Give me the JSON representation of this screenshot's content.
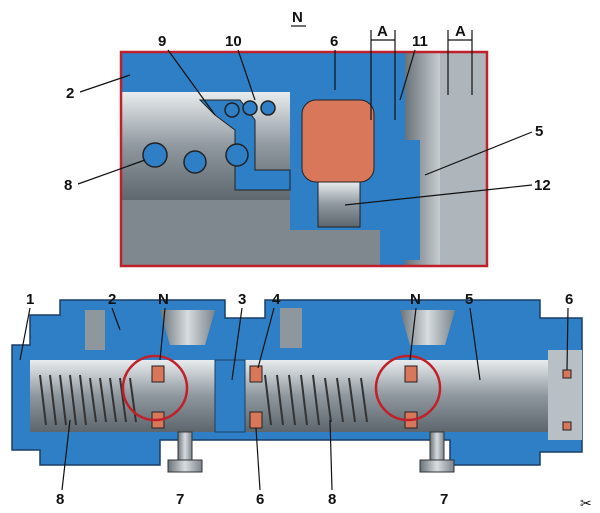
{
  "detail_view": {
    "title": "N",
    "labels": {
      "body": "2",
      "seal_cup": "9",
      "spring_retainer": "10",
      "ring": "6",
      "piston": "11",
      "gap_a1": "A",
      "gap_a2": "A",
      "housing": "5",
      "spring": "8",
      "port": "12"
    }
  },
  "section_view": {
    "labels": {
      "housing": "1",
      "body": "2",
      "detail_n1": "N",
      "piston": "3",
      "ring_top": "4",
      "detail_n2": "N",
      "piston2": "5",
      "ring_right": "6",
      "spring1": "8",
      "bolt1": "7",
      "ring_bottom": "6",
      "spring2": "8",
      "bolt2": "7"
    }
  },
  "colors": {
    "blue": "#2f7fc6",
    "red_outline": "#c0202a",
    "seal": "#d9775a",
    "metal": "#9aa3aa"
  }
}
